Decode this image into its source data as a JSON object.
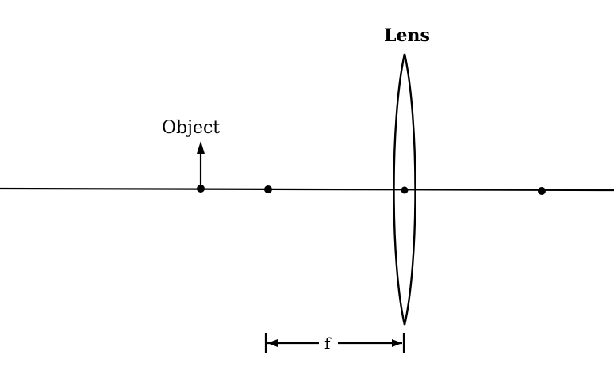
{
  "labels": {
    "lens": "Lens",
    "object": "Object",
    "focal_length": "f"
  },
  "colors": {
    "ink": "#000000",
    "background": "#ffffff"
  }
}
